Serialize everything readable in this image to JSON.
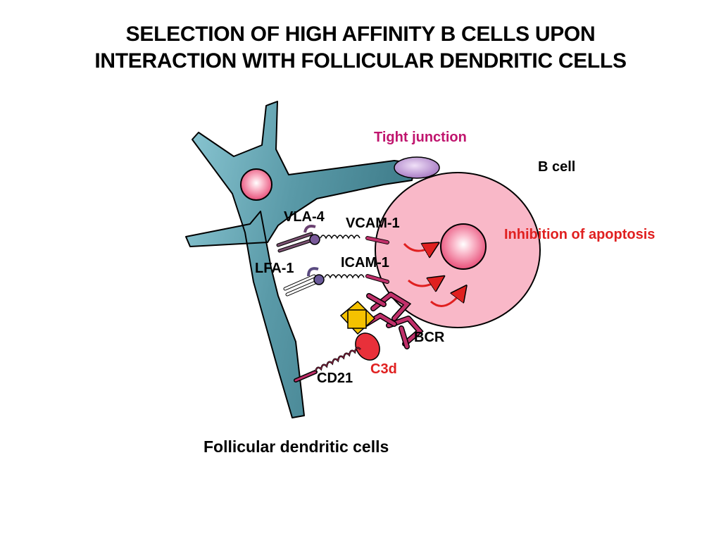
{
  "title": {
    "line1": "SELECTION OF HIGH AFFINITY B CELLS UPON",
    "line2": "INTERACTION WITH FOLLICULAR DENDRITIC CELLS"
  },
  "labels": {
    "tight_junction": "Tight junction",
    "b_cell": "B cell",
    "inhibition_of_apoptosis": "Inhibition of apoptosis",
    "vla4": "VLA-4",
    "vcam1": "VCAM-1",
    "lfa1": "LFA-1",
    "icam1": "ICAM-1",
    "bcr": "BCR",
    "c3d": "C3d",
    "cd21": "CD21",
    "follicular_dendritic_cells": "Follicular dendritic cells"
  },
  "colors": {
    "fdc_body": "#5a9aa8",
    "b_cell": "#f9b8c8",
    "nucleus": "#f07090",
    "tight_junction": "#c6a2dc",
    "receptor": "#c0306a",
    "red_label": "#e02020",
    "magenta_label": "#c0156e",
    "antigen": "#f5c200",
    "c3d": "#e8303a"
  }
}
